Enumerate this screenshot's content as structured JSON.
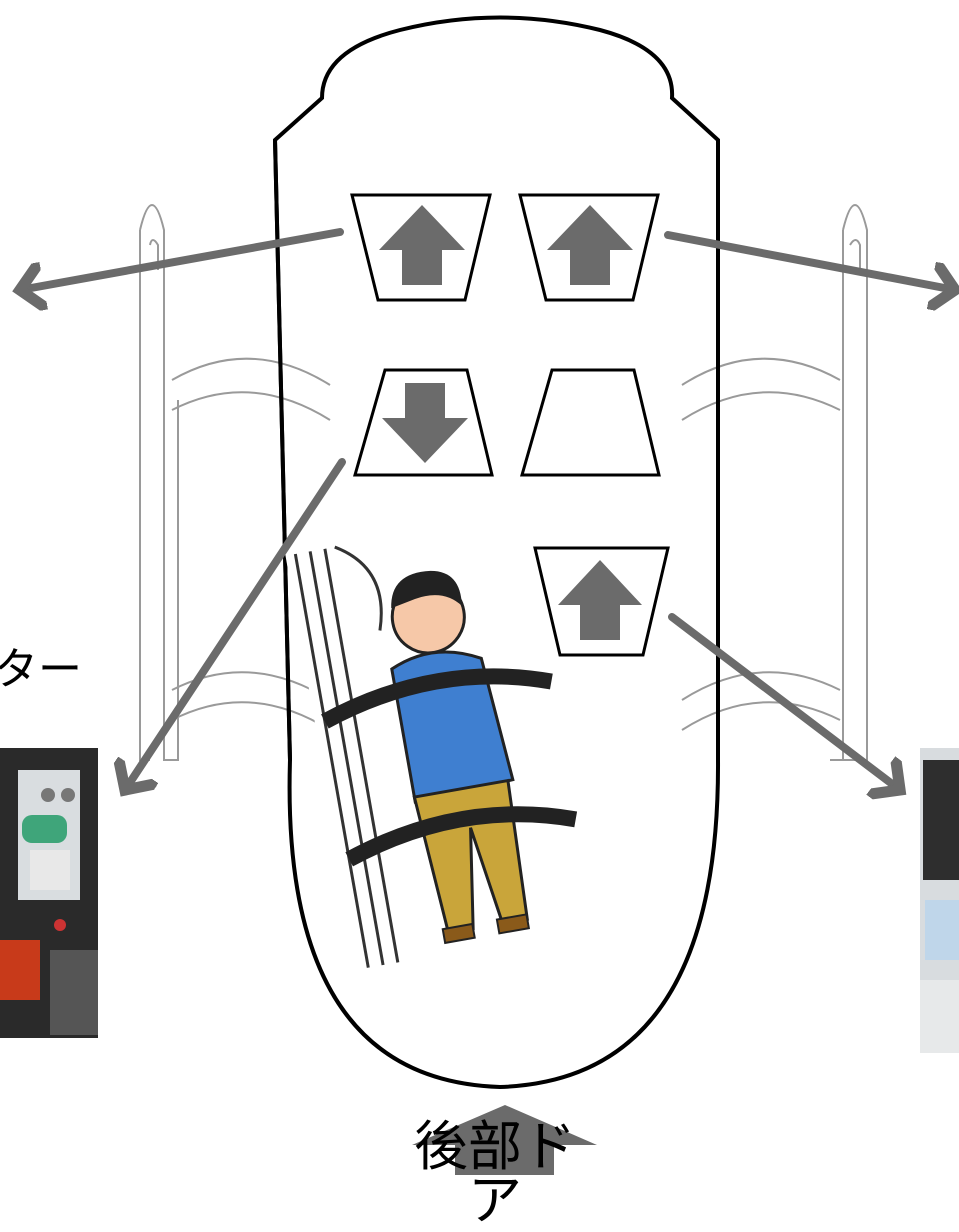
{
  "labels": {
    "rear_door": "後部ドア",
    "left_partial": "ター"
  },
  "colors": {
    "arrow": "#6b6b6b",
    "outline": "#000000",
    "rail": "#9a9a9a",
    "shirt": "#3f7fd0",
    "pants": "#c9a53a"
  },
  "seats": [
    {
      "name": "seat-front-left",
      "arrow": "up"
    },
    {
      "name": "seat-front-right",
      "arrow": "up"
    },
    {
      "name": "seat-middle-left",
      "arrow": "down"
    },
    {
      "name": "seat-middle-right",
      "arrow": "none"
    },
    {
      "name": "seat-rear-right",
      "arrow": "up"
    }
  ]
}
